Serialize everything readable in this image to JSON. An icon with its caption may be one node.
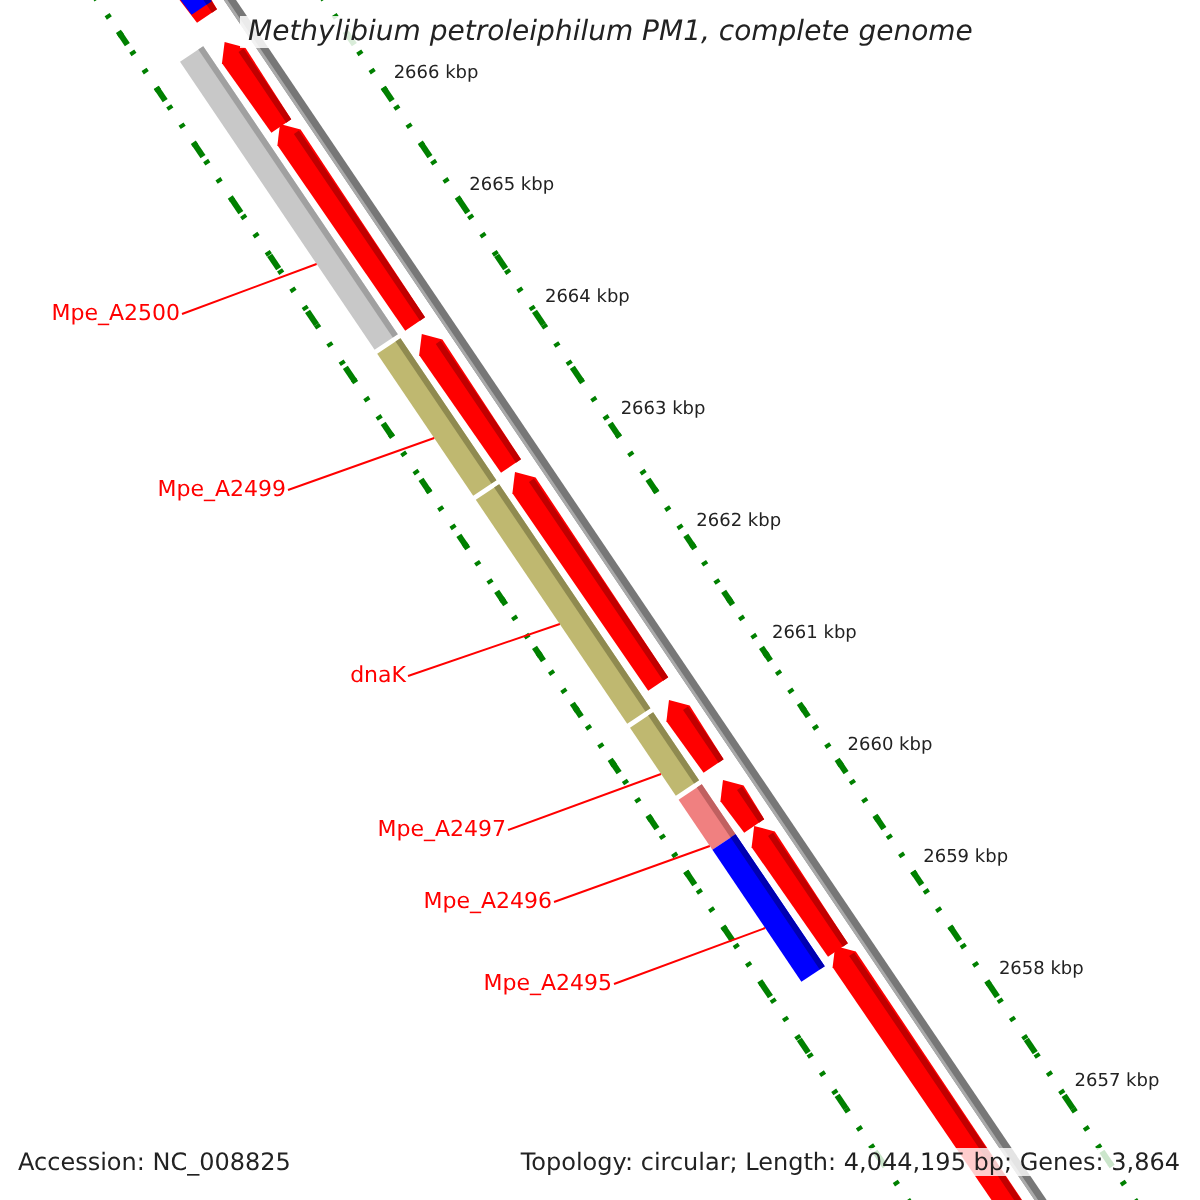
{
  "diagram": {
    "title": "Methylibium petroleiphilum PM1, complete genome",
    "nodes": [
      {
        "text": [
          "Mpe_A2500"
        ]
      },
      {
        "text": [
          "Mpe_A2499"
        ]
      },
      {
        "text": [
          "dnaK"
        ]
      },
      {
        "text": [
          "Mpe_A2497"
        ]
      },
      {
        "text": [
          "Mpe_A2496"
        ]
      },
      {
        "text": [
          "Mpe_A2495"
        ]
      },
      {
        "text": [],
        "shape": "bar"
      },
      {
        "text": [],
        "shape": "bar"
      },
      {
        "text": [],
        "shape": "bar"
      },
      {
        "text": [],
        "shape": "bar"
      },
      {
        "text": [],
        "shape": "bar"
      },
      {
        "text": [],
        "shape": "bar"
      }
    ],
    "edges": [
      {
        "from": 0,
        "to": 6,
        "arrow": "none"
      },
      {
        "from": 1,
        "to": 7,
        "arrow": "none"
      },
      {
        "from": 2,
        "to": 8,
        "arrow": "none"
      },
      {
        "from": 3,
        "to": 9,
        "arrow": "none"
      },
      {
        "from": 4,
        "to": 10,
        "arrow": "none"
      },
      {
        "from": 5,
        "to": 11,
        "arrow": "none"
      }
    ],
    "labels": [
      "2666 kbp",
      "2665 kbp",
      "2664 kbp",
      "2663 kbp",
      "2662 kbp",
      "2661 kbp",
      "2660 kbp",
      "2659 kbp",
      "2658 kbp",
      "2657 kbp",
      "Accession: NC_008825",
      "Topology: circular; Length: 4,044,195 bp; Genes: 3,864"
    ]
  }
}
